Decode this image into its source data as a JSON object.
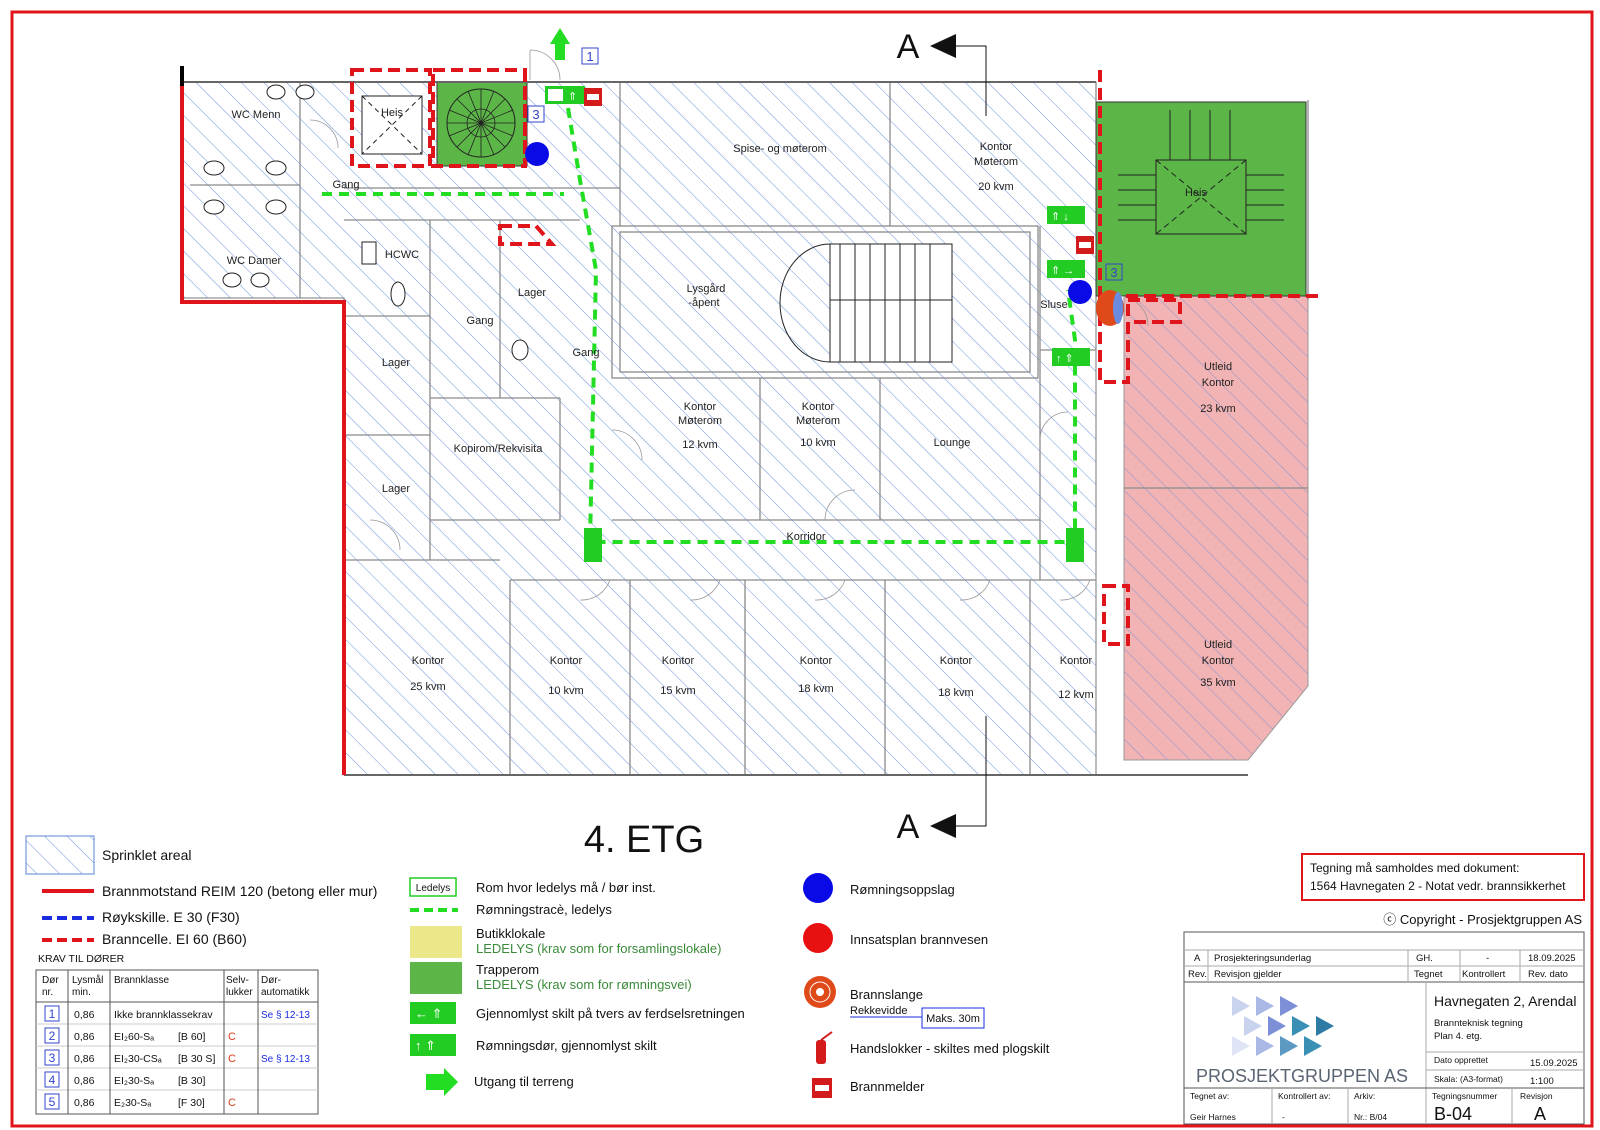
{
  "sheet": {
    "floor_title": "4. ETG",
    "section_label": "A",
    "exit_number": "1",
    "stair_number": "3"
  },
  "rooms": {
    "wc_menn": "WC Menn",
    "wc_damer": "WC Damer",
    "heis": "Heis",
    "gang": "Gang",
    "hcwc": "HCWC",
    "lager": "Lager",
    "kopirom": "Kopirom/Rekvisita",
    "spise": "Spise- og møterom",
    "kontor": "Kontor",
    "moterom": "Møterom",
    "lysgard": "Lysgård",
    "apent": "-åpent",
    "sluse": "Sluse",
    "lounge": "Lounge",
    "korridor": "Korridor",
    "utleid": "Utleid",
    "area_20": "20 kvm",
    "area_12": "12 kvm",
    "area_10": "10 kvm",
    "area_23": "23 kvm",
    "area_25": "25 kvm",
    "area_15": "15 kvm",
    "area_18": "18 kvm",
    "area_35": "35 kvm"
  },
  "legend": {
    "sprinklet": "Sprinklet areal",
    "brannmotstand": "Brannmotstand REIM 120 (betong eller mur)",
    "roykskille": "Røykskille. E 30 (F30)",
    "branncelle": "Branncelle. EI 60 (B60)",
    "ledelys_box": "Ledelys",
    "ledelys_text": "Rom hvor ledelys må / bør inst.",
    "romningstrace": "Rømningstracè, ledelys",
    "butikk": "Butikklokale",
    "butikk_sub": "LEDELYS (krav som for forsamlingslokale)",
    "trapperom": "Trapperom",
    "trapperom_sub": "LEDELYS (krav som for rømningsvei)",
    "gjennomlyst": "Gjennomlyst skilt på tvers av ferdselsretningen",
    "romningsdor": "Rømningsdør, gjennomlyst skilt",
    "utgang": "Utgang til terreng",
    "romningsoppslag": "Rømningsoppslag",
    "innsatsplan": "Innsatsplan brannvesen",
    "brannslange": "Brannslange",
    "rekkevidde": "Rekkevidde",
    "maks": "Maks. 30m",
    "handslokker": "Handslokker - skiltes med plogskilt",
    "brannmelder": "Brannmelder"
  },
  "door_table": {
    "title": "KRAV TIL DØRER",
    "headers": [
      "Dør",
      "nr.",
      "Lysmål",
      "min.",
      "Brannklasse",
      "Selv-",
      "lukker",
      "Dør-",
      "automatikk"
    ],
    "rows": [
      {
        "nr": "1",
        "min": "0,86",
        "klasse": "Ikke brannklassekrav",
        "ekstra": "",
        "selv": "",
        "auto": "Se § 12-13"
      },
      {
        "nr": "2",
        "min": "0,86",
        "klasse": "EI₂60-Sₐ",
        "ekstra": "[B 60]",
        "selv": "C",
        "auto": ""
      },
      {
        "nr": "3",
        "min": "0,86",
        "klasse": "EI₂30-CSₐ",
        "ekstra": "[B 30 S]",
        "selv": "C",
        "auto": "Se § 12-13"
      },
      {
        "nr": "4",
        "min": "0,86",
        "klasse": "EI₂30-Sₐ",
        "ekstra": "[B 30]",
        "selv": "",
        "auto": ""
      },
      {
        "nr": "5",
        "min": "0,86",
        "klasse": "E₂30-Sₐ",
        "ekstra": "[F 30]",
        "selv": "C",
        "auto": ""
      }
    ]
  },
  "notice": {
    "line1": "Tegning må samholdes med dokument:",
    "line2": "1564 Havnegaten 2 - Notat vedr. brannsikkerhet"
  },
  "title_block": {
    "copyright": "ⓒ Copyright - Prosjektgruppen AS",
    "rev_code": "A",
    "rev_desc": "Prosjekteringsunderlag",
    "rev_by": "GH.",
    "rev_chk": "-",
    "rev_date": "18.09.2025",
    "h_rev": "Rev.",
    "h_desc": "Revisjon gjelder",
    "h_by": "Tegnet",
    "h_chk": "Kontrollert",
    "h_date": "Rev. dato",
    "project": "Havnegaten 2, Arendal",
    "drawing_type": "Brannteknisk tegning",
    "drawing_plan": "Plan 4. etg.",
    "company": "PROSJEKTGRUPPEN AS",
    "created_label": "Dato opprettet",
    "created": "15.09.2025",
    "scale_label": "Skala: (A3-format)",
    "scale": "1:100",
    "num_label": "Tegningsnummer",
    "rev_label": "Revisjon",
    "drawn_label": "Tegnet av:",
    "checked_label": "Kontrollert av:",
    "archive_label": "Arkiv:",
    "drawn": "Geir Harnes",
    "checked": "-",
    "archive": "Nr.: B/04",
    "number": "B-04",
    "revision": "A"
  }
}
